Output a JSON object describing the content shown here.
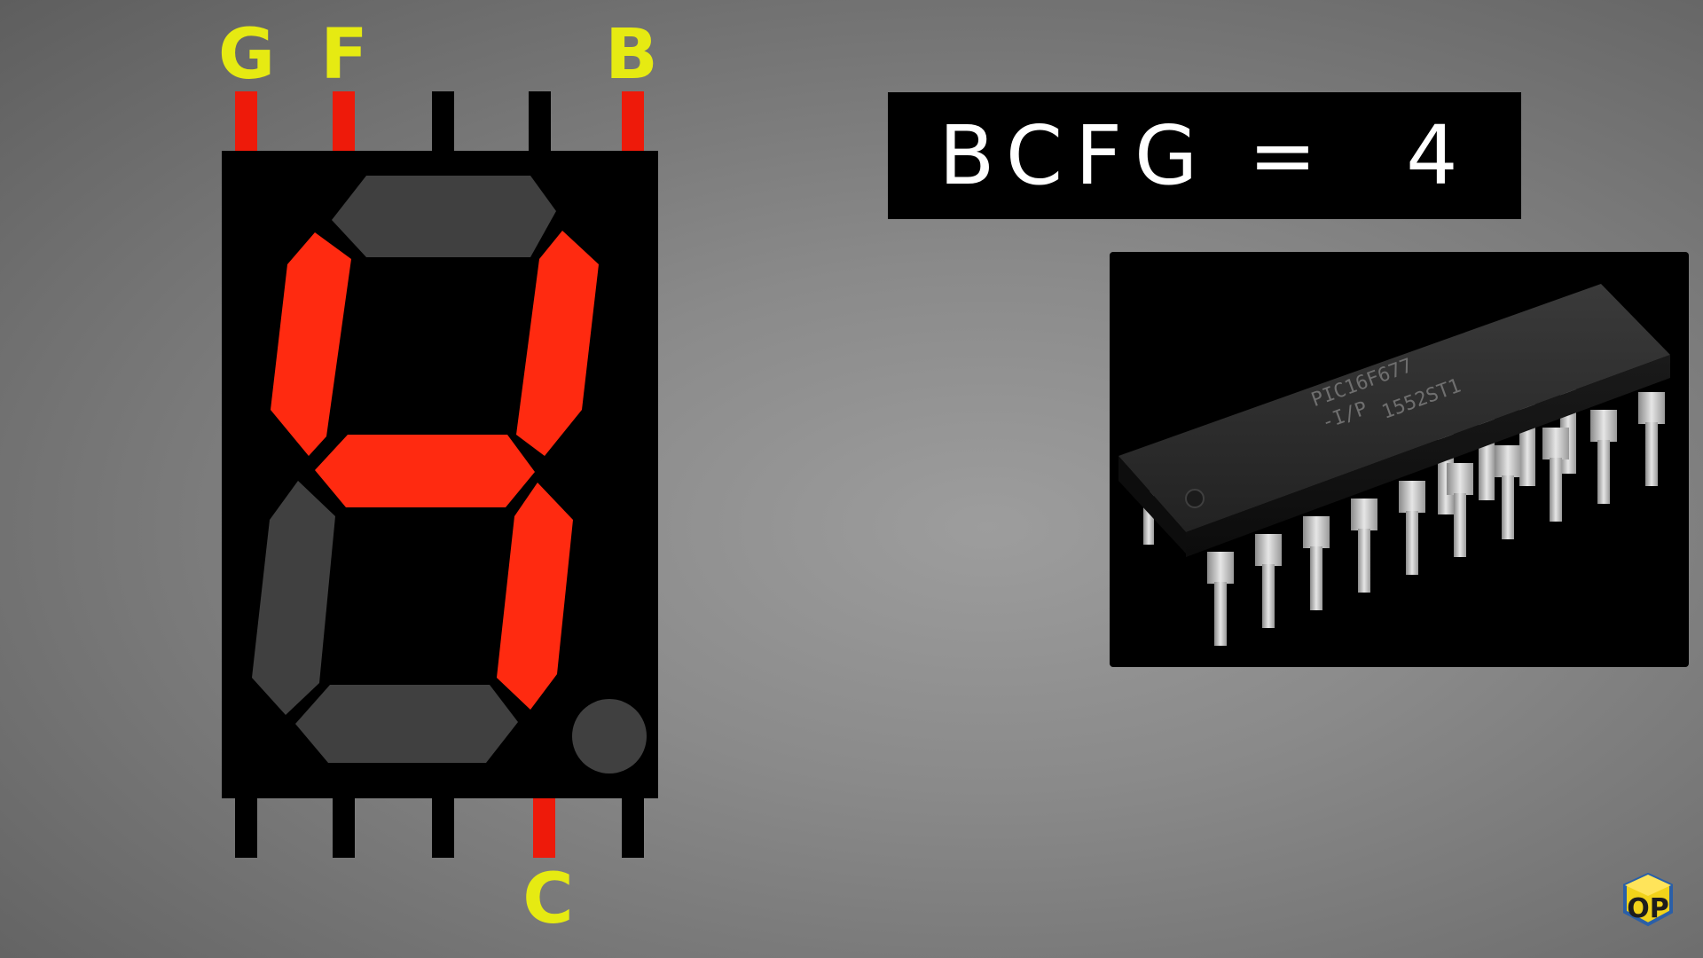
{
  "display": {
    "labels": {
      "g": "G",
      "f": "F",
      "b": "B",
      "c": "C"
    },
    "lit_segments": [
      "b",
      "c",
      "f",
      "g"
    ],
    "shown_digit": "4",
    "colors": {
      "segment_on": "#ff2a10",
      "segment_off": "#404040",
      "pin_active": "#ee1a0a",
      "pin_inactive": "#000000",
      "label": "#e6ea12"
    }
  },
  "equation": {
    "text": "BCFG =  4"
  },
  "chip": {
    "part_number": "PIC16F677",
    "package_code": "-I/P",
    "lot_code": "1552ST1",
    "pin_count_per_side": 10
  },
  "logo": {
    "text": "OP"
  }
}
